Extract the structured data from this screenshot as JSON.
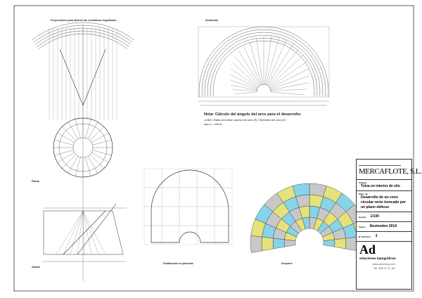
{
  "labels": {
    "projections": "Proyecciones para obtener las verdaderas magnitudes",
    "development": "Desarrollo",
    "plan": "Planta",
    "elevation": "Alzado",
    "distribution": "Distribución en planchas",
    "breakdown": "Despiece"
  },
  "note": {
    "title": "Nota: Cálculo del ángulo del arco para el desarrollo:",
    "formula": "α=360 x Radio de la base superior del cono (R) / Generatriz del cono (G)",
    "result": "Aquí α = 226,44"
  },
  "title_block": {
    "company": "MERCAFLOTE, S.L.",
    "work_label": "Trabajo:",
    "work": "Tolva en interior de silo",
    "plan_label": "Plano de:",
    "plan": "Desarrollo de un cono circular recto truncado por un plano oblicuo",
    "scale_label": "Escala:",
    "scale": "1/100",
    "date_label": "Fecha:",
    "date": "Noviembre 2014",
    "number_label": "Nº de Plano:",
    "number": "3",
    "firm_logo": "Ad",
    "firm": "soluciones topográficas",
    "web": "www.adsoltop.com",
    "phone": "Tel. 985 47 11 48"
  },
  "colors": {
    "cyan": "#86d3ea",
    "yellow": "#e6e27a",
    "gray": "#c8c8c8",
    "line": "#333333"
  }
}
